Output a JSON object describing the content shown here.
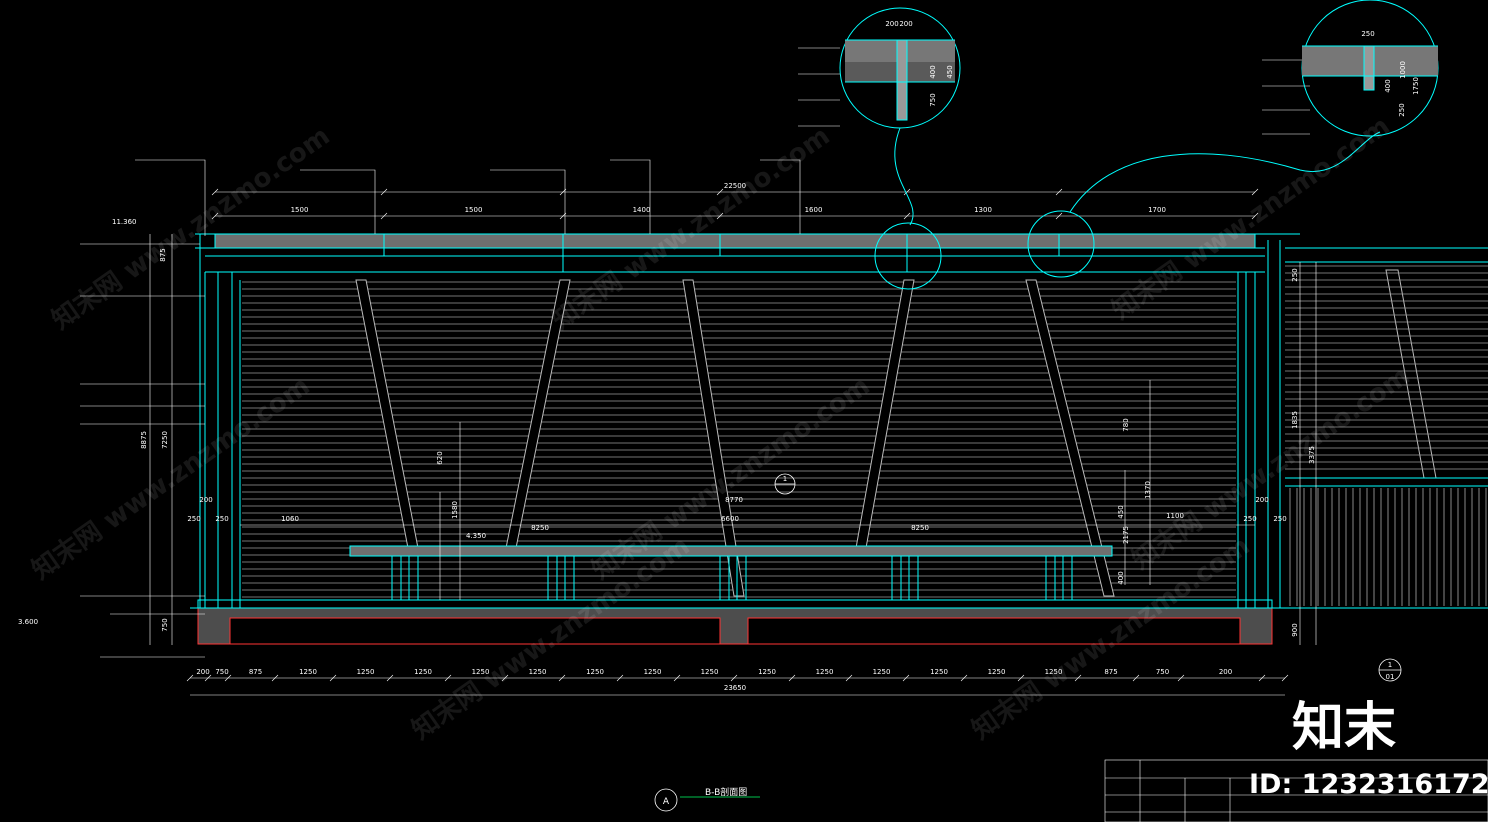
{
  "drawing": {
    "title_marker": "A",
    "title": "B-B剖面图",
    "colors": {
      "background": "#000000",
      "lines": "#00ffff",
      "text": "#ffffff",
      "accent": "#ff3333",
      "notes": "#00ff66"
    }
  },
  "dimensions": {
    "overall_top": "22500",
    "top_spans": [
      "1500",
      "1500",
      "1400",
      "1600",
      "1300",
      "1700"
    ],
    "overall_bottom": "23650",
    "bottom_spans": [
      "200",
      "750",
      "875",
      "1250",
      "1250",
      "1250",
      "1250",
      "1250",
      "1250",
      "1250",
      "1250",
      "1250",
      "1250",
      "1250",
      "1250",
      "1250",
      "1250",
      "875",
      "750",
      "200"
    ],
    "bench": [
      "1060",
      "8250",
      "8770",
      "6600",
      "8250",
      "1100"
    ],
    "left_vertical": [
      "875",
      "8875",
      "7250",
      "750"
    ],
    "right_vertical": [
      "250",
      "1835",
      "3375",
      "900"
    ],
    "inner_vertical": [
      "620",
      "1580",
      "780",
      "1370",
      "2175",
      "450",
      "400"
    ],
    "small": [
      "250",
      "200",
      "250",
      "250",
      "200",
      "250"
    ],
    "levels": [
      "11.360",
      "3.600"
    ],
    "bench_level": "4.350"
  },
  "details": {
    "left_bubble": [
      "200",
      "200",
      "400",
      "450",
      "750"
    ],
    "right_bubble": [
      "250",
      "400",
      "1000",
      "1750",
      "250"
    ],
    "section_ref_left": "1",
    "section_ref_right": "1",
    "section_ref_sheet": "01"
  },
  "watermark": {
    "site": "www.znzmo.com",
    "brand": "知末网"
  },
  "logo": {
    "text": "知末"
  },
  "id_badge": {
    "text": "ID: 1232316172"
  }
}
